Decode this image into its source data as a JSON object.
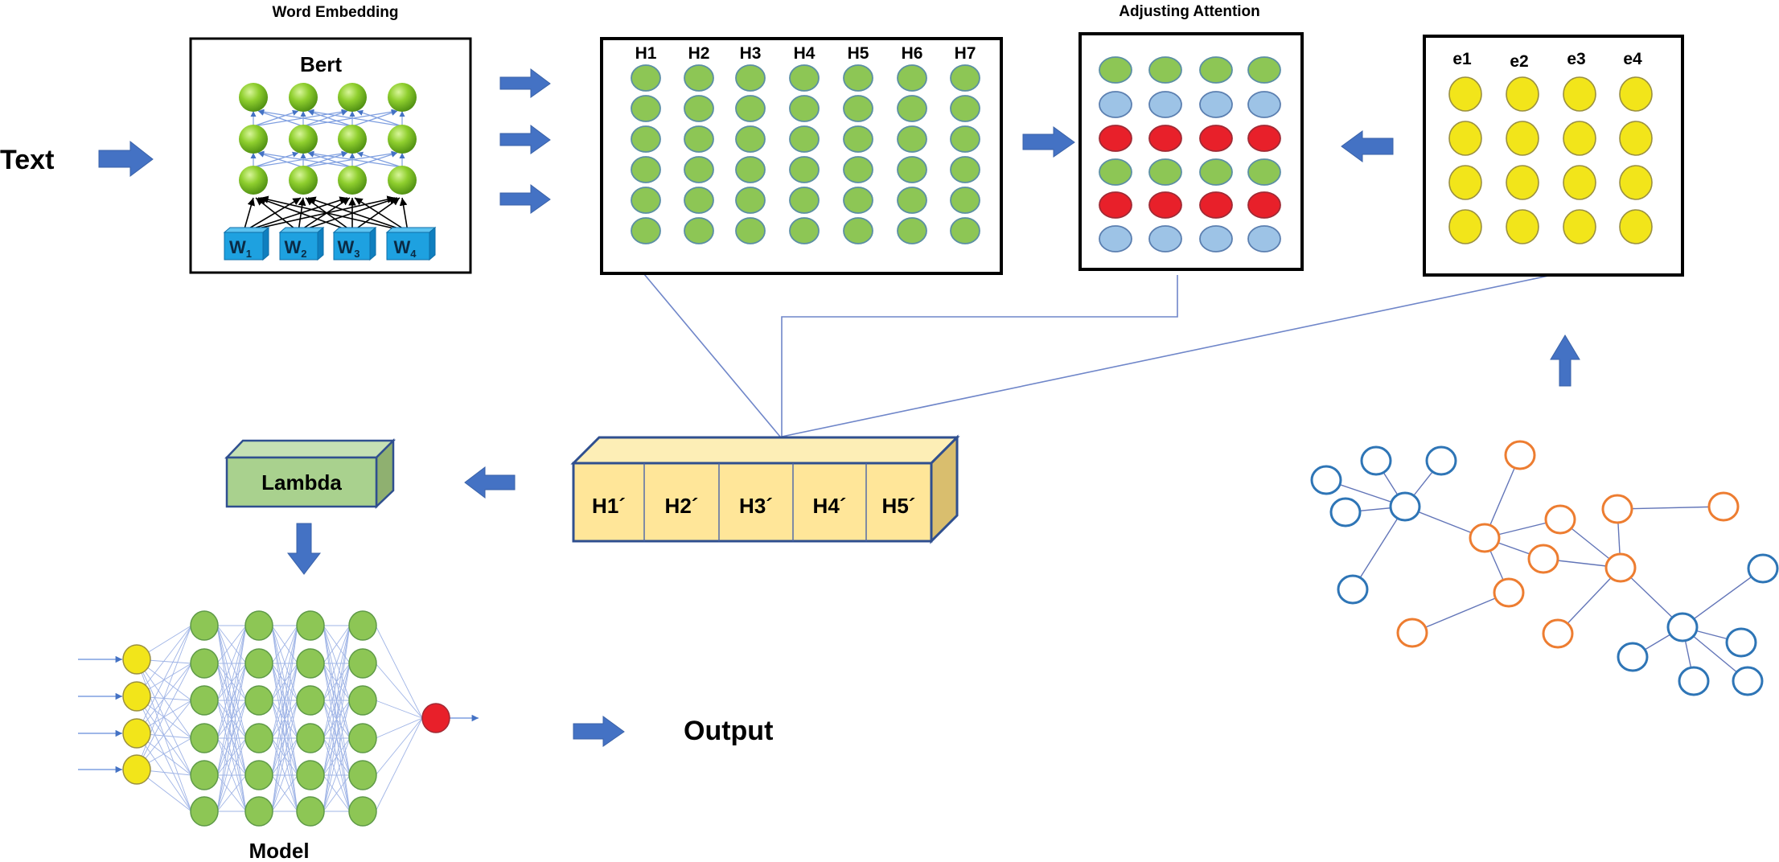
{
  "colors": {
    "arrow": "#4472c4",
    "connector": "#6f86c9",
    "green_node": "#8dc655",
    "green_stroke": "#5b8fa3",
    "light_blue_node": "#9dc3e6",
    "red_node": "#e8202a",
    "yellow_node": "#f2e51a",
    "graph_blue": "#2e75b6",
    "graph_orange": "#ed7d31",
    "lambda_fill": "#a9d18e",
    "hprime_fill": "#ffe699",
    "w_cube": "#1ea1e0"
  },
  "input": {
    "label": "Text"
  },
  "word_embedding": {
    "title": "Word Embedding",
    "model_label": "Bert",
    "layers": 3,
    "tokens": [
      {
        "main": "W",
        "sub": "1"
      },
      {
        "main": "W",
        "sub": "2"
      },
      {
        "main": "W",
        "sub": "3"
      },
      {
        "main": "W",
        "sub": "4"
      }
    ]
  },
  "hidden_matrix": {
    "column_labels": [
      "H1",
      "H2",
      "H3",
      "H4",
      "H5",
      "H6",
      "H7"
    ],
    "rows": 6
  },
  "attention": {
    "title": "Adjusting Attention",
    "columns": 4,
    "row_colors": [
      "green",
      "light_blue",
      "red",
      "green",
      "red",
      "light_blue"
    ]
  },
  "entity_matrix": {
    "column_labels": [
      "e1",
      "e2",
      "e3",
      "e4"
    ],
    "rows": 4
  },
  "fused": {
    "cells": [
      "H1´",
      "H2´",
      "H3´",
      "H4´",
      "H5´"
    ]
  },
  "lambda": {
    "label": "Lambda"
  },
  "model": {
    "label": "Model",
    "input_nodes": 4,
    "hidden_layers": 4,
    "hidden_nodes": 6,
    "output_nodes": 1
  },
  "output": {
    "label": "Output"
  },
  "knowledge_graph": {
    "nodes": [
      {
        "id": "b1",
        "type": "blue"
      },
      {
        "id": "b2",
        "type": "blue"
      },
      {
        "id": "b3",
        "type": "blue"
      },
      {
        "id": "b4",
        "type": "blue"
      },
      {
        "id": "b5",
        "type": "blue"
      },
      {
        "id": "b6",
        "type": "blue"
      },
      {
        "id": "o1",
        "type": "orange"
      },
      {
        "id": "o2",
        "type": "orange"
      },
      {
        "id": "o3",
        "type": "orange"
      },
      {
        "id": "o4",
        "type": "orange"
      },
      {
        "id": "o5",
        "type": "orange"
      },
      {
        "id": "o6",
        "type": "orange"
      },
      {
        "id": "o7",
        "type": "orange"
      },
      {
        "id": "o8",
        "type": "orange"
      },
      {
        "id": "o9",
        "type": "orange"
      },
      {
        "id": "o10",
        "type": "orange"
      },
      {
        "id": "b7",
        "type": "blue"
      },
      {
        "id": "b8",
        "type": "blue"
      },
      {
        "id": "b9",
        "type": "blue"
      },
      {
        "id": "b10",
        "type": "blue"
      },
      {
        "id": "b11",
        "type": "blue"
      },
      {
        "id": "b12",
        "type": "blue"
      }
    ],
    "edges": [
      [
        "b1",
        "b2"
      ],
      [
        "b1",
        "b3"
      ],
      [
        "b1",
        "b4"
      ],
      [
        "b1",
        "b5"
      ],
      [
        "b1",
        "b6"
      ],
      [
        "b1",
        "o2"
      ],
      [
        "o2",
        "o1"
      ],
      [
        "o2",
        "o3"
      ],
      [
        "o2",
        "o4"
      ],
      [
        "o2",
        "o5"
      ],
      [
        "o5",
        "o6"
      ],
      [
        "o3",
        "o9"
      ],
      [
        "o4",
        "o9"
      ],
      [
        "o7",
        "o8"
      ],
      [
        "o7",
        "o9"
      ],
      [
        "o9",
        "o10"
      ],
      [
        "o9",
        "b7"
      ],
      [
        "b7",
        "b8"
      ],
      [
        "b7",
        "b9"
      ],
      [
        "b7",
        "b10"
      ],
      [
        "b7",
        "b11"
      ],
      [
        "b7",
        "b12"
      ]
    ]
  }
}
